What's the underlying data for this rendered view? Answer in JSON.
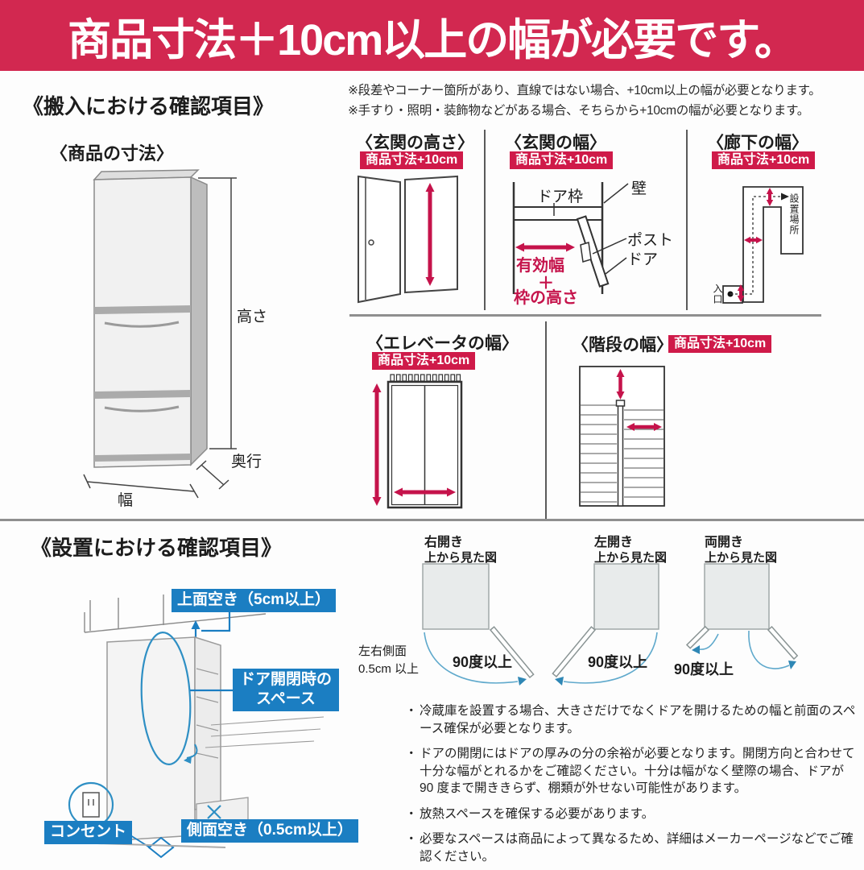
{
  "banner": {
    "text": "商品寸法＋10cm以上の幅が必要です。"
  },
  "notes": {
    "line1": "※段差やコーナー箇所があり、直線ではない場合、+10cm以上の幅が必要となります。",
    "line2": "※手すり・照明・装飾物などがある場合、そちらから+10cmの幅が必要となります。"
  },
  "carry": {
    "heading": "《搬入における確認項目》",
    "product": {
      "title": "〈商品の寸法〉",
      "height": "高さ",
      "depth": "奥行",
      "width": "幅"
    },
    "entrance_height": {
      "title": "〈玄関の高さ〉",
      "badge": "商品寸法+10cm"
    },
    "entrance_width": {
      "title": "〈玄関の幅〉",
      "badge": "商品寸法+10cm",
      "door_frame": "ドア枠",
      "wall": "壁",
      "post": "ポスト",
      "door": "ドア",
      "eff1": "有効幅",
      "eff2": "＋",
      "eff3": "枠の高さ"
    },
    "hallway": {
      "title": "〈廊下の幅〉",
      "badge": "商品寸法+10cm",
      "place": "設置場所",
      "entrance": "入口"
    },
    "elevator": {
      "title": "〈エレベータの幅〉",
      "badge": "商品寸法+10cm"
    },
    "stairs": {
      "title": "〈階段の幅〉",
      "badge": "商品寸法+10cm"
    }
  },
  "install": {
    "heading": "《設置における確認項目》",
    "top_label": "上面空き（5cm以上）",
    "door_space1": "ドア開閉時の",
    "door_space2": "スペース",
    "outlet_label": "コンセント",
    "side_label": "側面空き（0.5cm以上）",
    "side_note1": "左右側面",
    "side_note2": "0.5cm 以上",
    "diagrams": [
      {
        "title": "右開き",
        "subtitle": "上から見た図",
        "angle": "90度以上"
      },
      {
        "title": "左開き",
        "subtitle": "上から見た図",
        "angle": "90度以上"
      },
      {
        "title": "両開き",
        "subtitle": "上から見た図",
        "angle": "90度以上"
      }
    ],
    "bullet_char": "・",
    "bullets": [
      "冷蔵庫を設置する場合、大きさだけでなくドアを開けるための幅と前面のスペース確保が必要となります。",
      "ドアの開閉にはドアの厚みの分の余裕が必要となります。開閉方向と合わせて十分な幅がとれるかをご確認ください。十分は幅がなく壁際の場合、ドアが 90 度まで開ききらず、棚類が外せない可能性があります。",
      "放熱スペースを確保する必要があります。",
      "必要なスペースは商品によって異なるため、詳細はメーカーページなどでご確認ください。"
    ]
  },
  "colors": {
    "banner_red": "#d22850",
    "badge_red": "#cf1a49",
    "arrow_red": "#c5134b",
    "label_blue": "#1b7ec2",
    "arc_blue": "#4f9cbe"
  }
}
